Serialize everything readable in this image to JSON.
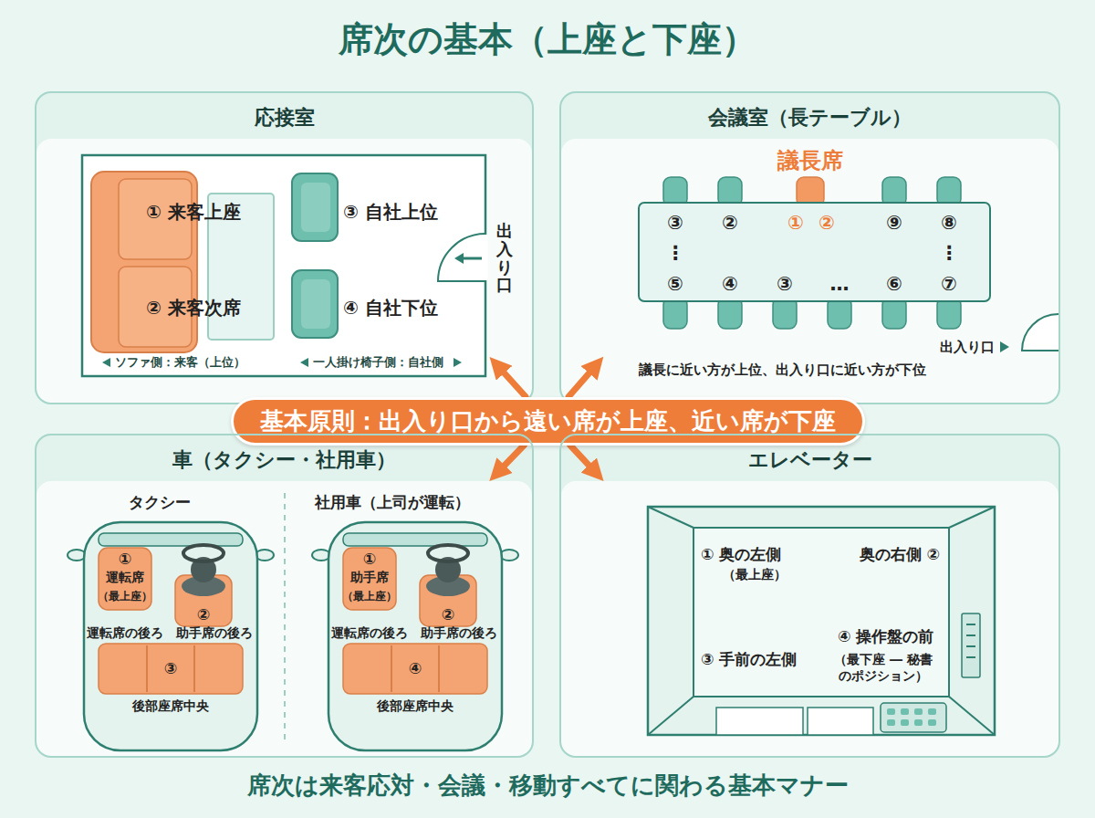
{
  "diagram": {
    "title": "席次の基本（上座と下座）",
    "caption": "席次は来客応対・会議・移動すべてに関わる基本マナー",
    "nodes": [
      {
        "text": [
          "応接室"
        ]
      },
      {
        "text": [
          "会議室（長テーブル）"
        ]
      },
      {
        "text": [
          "基本原則：出入り口から遠い席が上座、近い席が下座"
        ]
      },
      {
        "text": [
          "車（タクシー・社用車）"
        ]
      },
      {
        "text": [
          "エレベーター"
        ]
      }
    ],
    "edges": [
      {
        "from": 2,
        "to": 0,
        "arrow": "to"
      },
      {
        "from": 2,
        "to": 1,
        "arrow": "to"
      },
      {
        "from": 2,
        "to": 3,
        "arrow": "to"
      },
      {
        "from": 2,
        "to": 4,
        "arrow": "to"
      }
    ],
    "labels": [
      "① 来客上座",
      "② 来客次席",
      "③ 自社上位",
      "④ 自社下位",
      "出入り口",
      "ソファ側：来客（上位）",
      "一人掛け椅子側：自社側",
      "議長席",
      "③",
      "②",
      "①",
      "②",
      "⑨",
      "⑧",
      "⋮",
      "⋮",
      "⑤",
      "④",
      "③",
      "…",
      "⑥",
      "⑦",
      "出入り口",
      "議長に近い方が上位、出入り口に近い方が下位",
      "タクシー",
      "社用車（上司が運転）",
      "①",
      "運転席",
      "（最上座）",
      "②",
      "運転席の後ろ",
      "助手席の後ろ",
      "③",
      "後部座席中央",
      "①",
      "助手席",
      "（最上座）",
      "②",
      "運転席の後ろ",
      "助手席の後ろ",
      "④",
      "後部座席中央",
      "① 奥の左側",
      "（最上座）",
      "奥の右側 ②",
      "④ 操作盤の前",
      "（最下座 ― 秘書 のポジション）",
      "③ 手前の左側"
    ]
  }
}
